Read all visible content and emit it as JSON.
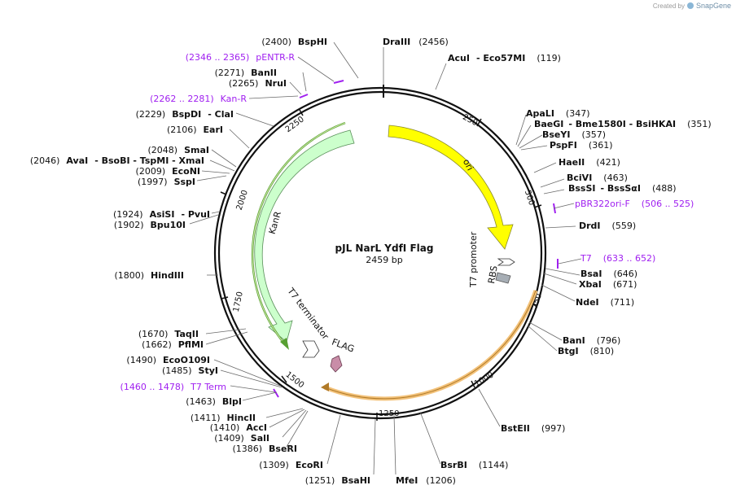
{
  "credit": {
    "prefix": "Created by",
    "brand": "SnapGene"
  },
  "plasmid": {
    "name": "pJL NarL YdfI Flag",
    "length_label": "2459 bp"
  },
  "ticks": [
    "250",
    "500",
    "750",
    "1000",
    "1250",
    "1500",
    "1750",
    "2000",
    "2250"
  ],
  "features": {
    "ori": "ori",
    "kanr": "KanR",
    "t7_promoter": "T7 promoter",
    "rbs": "RBS",
    "t7_terminator": "T7 terminator",
    "flag": "FLAG"
  },
  "right_labels": [
    {
      "name": "DraIII",
      "extra": "",
      "pos": "(2456)"
    },
    {
      "name": "AcuI",
      "extra": "- Eco57MI",
      "pos": "(119)"
    },
    {
      "name": "ApaLI",
      "extra": "",
      "pos": "(347)"
    },
    {
      "name": "BaeGI",
      "extra": "- Bme1580I  - BsiHKAI",
      "pos": "(351)"
    },
    {
      "name": "BseYI",
      "extra": "",
      "pos": "(357)"
    },
    {
      "name": "PspFI",
      "extra": "",
      "pos": "(361)"
    },
    {
      "name": "HaeII",
      "extra": "",
      "pos": "(421)"
    },
    {
      "name": "BciVI",
      "extra": "",
      "pos": "(463)"
    },
    {
      "name": "BssSI",
      "extra": "- BssSαI",
      "pos": "(488)"
    },
    {
      "name": "DrdI",
      "extra": "",
      "pos": "(559)"
    },
    {
      "name": "BsaI",
      "extra": "",
      "pos": "(646)"
    },
    {
      "name": "XbaI",
      "extra": "",
      "pos": "(671)"
    },
    {
      "name": "NdeI",
      "extra": "",
      "pos": "(711)"
    },
    {
      "name": "BanI",
      "extra": "",
      "pos": "(796)"
    },
    {
      "name": "BtgI",
      "extra": "",
      "pos": "(810)"
    },
    {
      "name": "BstEII",
      "extra": "",
      "pos": "(997)"
    },
    {
      "name": "BsrBI",
      "extra": "",
      "pos": "(1144)"
    }
  ],
  "primers_right": [
    {
      "name": "pBR322ori-F",
      "range": "(506 .. 525)"
    },
    {
      "name": "T7",
      "range": "(633 .. 652)"
    }
  ],
  "left_labels": [
    {
      "pos": "(2400)",
      "name": "BspHI",
      "extra": ""
    },
    {
      "pos": "(2271)",
      "name": "BanII",
      "extra": ""
    },
    {
      "pos": "(2265)",
      "name": "NruI",
      "extra": ""
    },
    {
      "pos": "(2229)",
      "name": "BspDI",
      "extra": "- ClaI"
    },
    {
      "pos": "(2106)",
      "name": "EarI",
      "extra": ""
    },
    {
      "pos": "(2048)",
      "name": "SmaI",
      "extra": ""
    },
    {
      "pos": "(2046)",
      "name": "AvaI",
      "extra": "- BsoBI  - TspMI  - XmaI"
    },
    {
      "pos": "(2009)",
      "name": "EcoNI",
      "extra": ""
    },
    {
      "pos": "(1997)",
      "name": "SspI",
      "extra": ""
    },
    {
      "pos": "(1924)",
      "name": "AsiSI",
      "extra": "- PvuI"
    },
    {
      "pos": "(1902)",
      "name": "Bpu10I",
      "extra": ""
    },
    {
      "pos": "(1800)",
      "name": "HindIII",
      "extra": ""
    },
    {
      "pos": "(1670)",
      "name": "TaqII",
      "extra": ""
    },
    {
      "pos": "(1662)",
      "name": "PflMI",
      "extra": ""
    },
    {
      "pos": "(1490)",
      "name": "EcoO109I",
      "extra": ""
    },
    {
      "pos": "(1485)",
      "name": "StyI",
      "extra": ""
    },
    {
      "pos": "(1463)",
      "name": "BlpI",
      "extra": ""
    },
    {
      "pos": "(1411)",
      "name": "HincII",
      "extra": ""
    },
    {
      "pos": "(1410)",
      "name": "AccI",
      "extra": ""
    },
    {
      "pos": "(1409)",
      "name": "SalI",
      "extra": ""
    },
    {
      "pos": "(1386)",
      "name": "BseRI",
      "extra": ""
    },
    {
      "pos": "(1309)",
      "name": "EcoRI",
      "extra": ""
    },
    {
      "pos": "(1251)",
      "name": "BsaHI",
      "extra": ""
    },
    {
      "name": "MfeI",
      "pos": "(1206)",
      "extra": ""
    }
  ],
  "primers_left": [
    {
      "range": "(2346 .. 2365)",
      "name": "pENTR-R"
    },
    {
      "range": "(2262 .. 2281)",
      "name": "Kan-R"
    },
    {
      "range": "(1460 .. 1478)",
      "name": "T7 Term"
    }
  ],
  "colors": {
    "ori": "#ffff00",
    "kanr": "#ccffcc",
    "orange_arc": "#f3c27a",
    "green_arc": "#58a032",
    "primer": "#a020f0",
    "flag": "#c98da8",
    "rbs": "#a7aeb5"
  }
}
